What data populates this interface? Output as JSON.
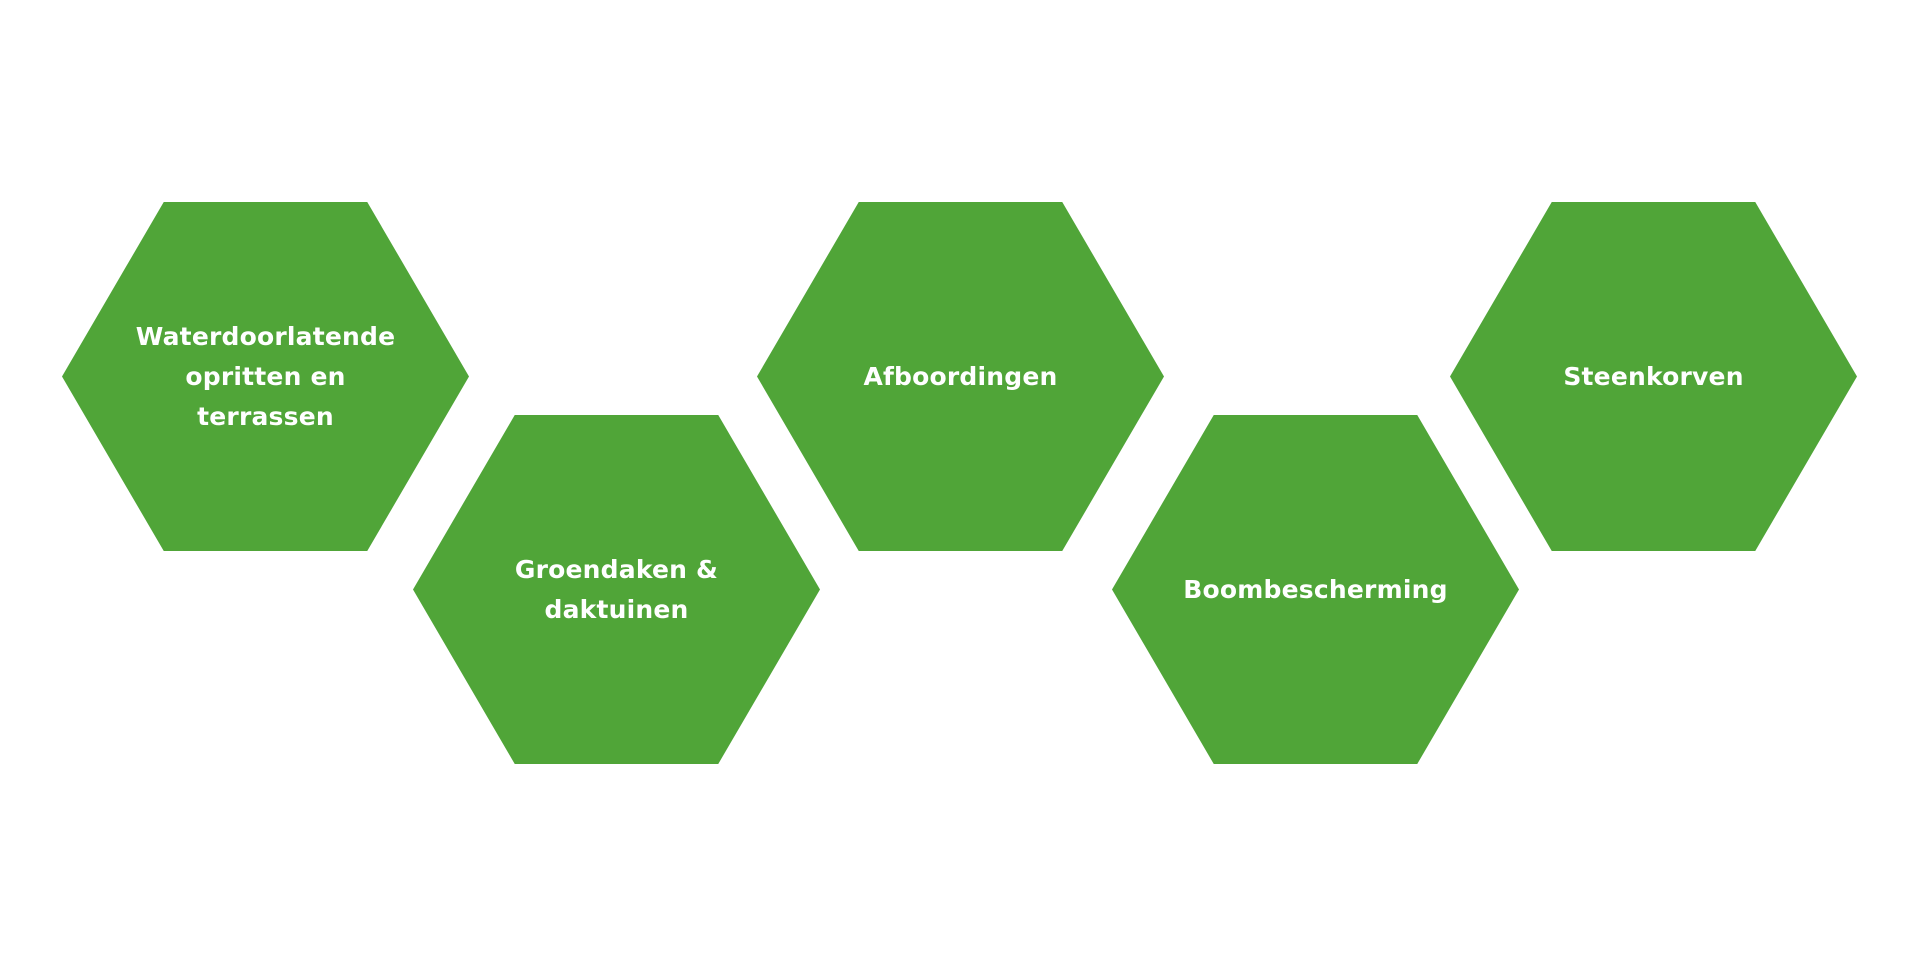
{
  "accent_color": "#50a538",
  "hexagons": [
    {
      "label": "Waterdoorlatende opritten en terrassen"
    },
    {
      "label": "Groendaken & daktuinen"
    },
    {
      "label": "Afboordingen"
    },
    {
      "label": "Boombescherming"
    },
    {
      "label": "Steenkorven"
    }
  ]
}
